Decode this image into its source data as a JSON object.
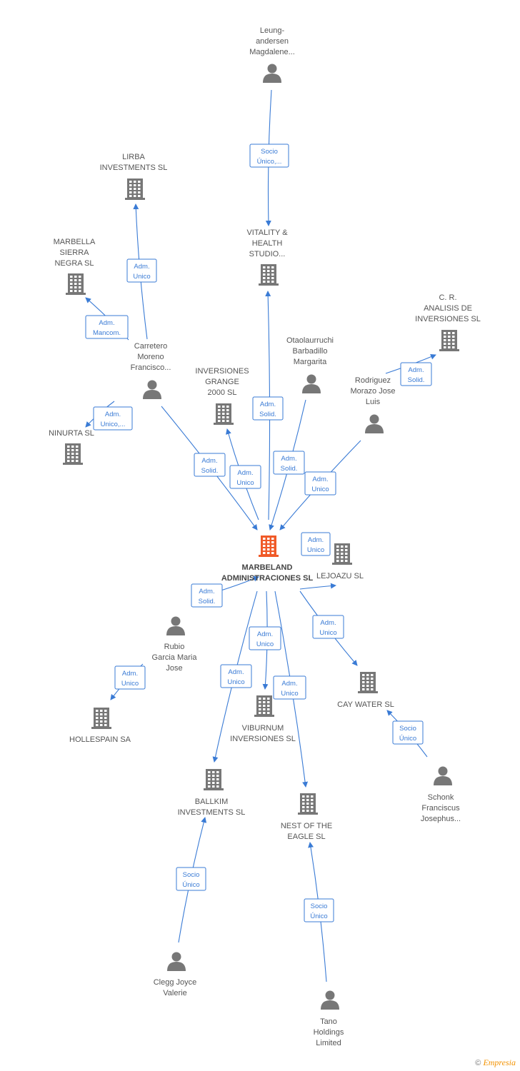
{
  "colors": {
    "edge": "#3a7bd5",
    "node": "#777777",
    "main": "#f05a28"
  },
  "nodes": [
    {
      "id": "main",
      "type": "company",
      "main": true,
      "label": [
        "MARBELAND",
        "ADMINISTRACIONES SL"
      ]
    },
    {
      "id": "leung",
      "type": "person",
      "label": [
        "Leung-",
        "andersen",
        "Magdalene..."
      ]
    },
    {
      "id": "vitality",
      "type": "company",
      "label": [
        "VITALITY &",
        "HEALTH",
        "STUDIO..."
      ]
    },
    {
      "id": "lirba",
      "type": "company",
      "label": [
        "LIRBA",
        "INVESTMENTS SL"
      ]
    },
    {
      "id": "marbella",
      "type": "company",
      "label": [
        "MARBELLA",
        "SIERRA",
        "NEGRA SL"
      ]
    },
    {
      "id": "carretero",
      "type": "person",
      "label": [
        "Carretero",
        "Moreno",
        "Francisco..."
      ]
    },
    {
      "id": "ninurta",
      "type": "company",
      "label": [
        "NINURTA SL"
      ]
    },
    {
      "id": "grange",
      "type": "company",
      "label": [
        "INVERSIONES",
        "GRANGE",
        "2000 SL"
      ]
    },
    {
      "id": "otaolaurruchi",
      "type": "person",
      "label": [
        "Otaolaurruchi",
        "Barbadillo",
        "Margarita"
      ]
    },
    {
      "id": "cr",
      "type": "company",
      "label": [
        "C. R.",
        "ANALISIS DE",
        "INVERSIONES SL"
      ]
    },
    {
      "id": "rodriguez",
      "type": "person",
      "label": [
        "Rodriguez",
        "Morazo Jose",
        "Luis"
      ]
    },
    {
      "id": "lejoazu",
      "type": "company",
      "label": [
        "LEJOAZU SL"
      ]
    },
    {
      "id": "rubio",
      "type": "person",
      "label": [
        "Rubio",
        "Garcia Maria",
        "Jose"
      ]
    },
    {
      "id": "hollespain",
      "type": "company",
      "label": [
        "HOLLESPAIN SA"
      ]
    },
    {
      "id": "viburnum",
      "type": "company",
      "label": [
        "VIBURNUM",
        "INVERSIONES SL"
      ]
    },
    {
      "id": "caywater",
      "type": "company",
      "label": [
        "CAY WATER SL"
      ]
    },
    {
      "id": "schonk",
      "type": "person",
      "label": [
        "Schonk",
        "Franciscus",
        "Josephus..."
      ]
    },
    {
      "id": "ballkim",
      "type": "company",
      "label": [
        "BALLKIM",
        "INVESTMENTS SL"
      ]
    },
    {
      "id": "nest",
      "type": "company",
      "label": [
        "NEST OF THE",
        "EAGLE SL"
      ]
    },
    {
      "id": "clegg",
      "type": "person",
      "label": [
        "Clegg Joyce",
        "Valerie"
      ]
    },
    {
      "id": "tano",
      "type": "person",
      "label": [
        "Tano",
        "Holdings",
        "Limited"
      ]
    }
  ],
  "edges": [
    {
      "from": "leung",
      "to": "vitality",
      "label": [
        "Socio",
        "Único,..."
      ]
    },
    {
      "from": "main",
      "to": "vitality",
      "label": [
        "Adm.",
        "Solid."
      ]
    },
    {
      "from": "carretero",
      "to": "lirba",
      "label": [
        "Adm.",
        "Unico"
      ]
    },
    {
      "from": "carretero",
      "to": "marbella",
      "label": [
        "Adm.",
        "Mancom."
      ]
    },
    {
      "from": "carretero",
      "to": "ninurta",
      "label": [
        "Adm.",
        "Unico,..."
      ]
    },
    {
      "from": "carretero",
      "to": "main",
      "label": [
        "Adm.",
        "Solid."
      ]
    },
    {
      "from": "main",
      "to": "grange",
      "label": [
        "Adm.",
        "Unico"
      ]
    },
    {
      "from": "otaolaurruchi",
      "to": "main",
      "label": [
        "Adm.",
        "Solid."
      ]
    },
    {
      "from": "rodriguez",
      "to": "cr",
      "label": [
        "Adm.",
        "Unico"
      ]
    },
    {
      "from": "rodriguez",
      "to": "main",
      "label": [
        "Adm.",
        "Solid."
      ]
    },
    {
      "from": "main",
      "to": "lejoazu",
      "label": [
        "Adm.",
        "Unico"
      ]
    },
    {
      "from": "main",
      "to": "rubio",
      "label": [
        "Adm.",
        "Solid."
      ]
    },
    {
      "from": "rubio",
      "to": "hollespain",
      "label": [
        "Adm.",
        "Unico"
      ]
    },
    {
      "from": "main",
      "to": "viburnum",
      "label": [
        "Adm.",
        "Unico"
      ]
    },
    {
      "from": "main",
      "to": "caywater",
      "label": [
        "Adm.",
        "Unico"
      ]
    },
    {
      "from": "schonk",
      "to": "caywater",
      "label": [
        "Socio",
        "Único"
      ]
    },
    {
      "from": "main",
      "to": "ballkim",
      "label": [
        "Adm.",
        "Unico"
      ]
    },
    {
      "from": "main",
      "to": "nest",
      "label": [
        "Adm.",
        "Unico"
      ]
    },
    {
      "from": "clegg",
      "to": "ballkim",
      "label": [
        "Socio",
        "Único"
      ]
    },
    {
      "from": "tano",
      "to": "nest",
      "label": [
        "Socio",
        "Único"
      ]
    }
  ],
  "footer": {
    "copyright": "©",
    "brand": "Empresia"
  }
}
